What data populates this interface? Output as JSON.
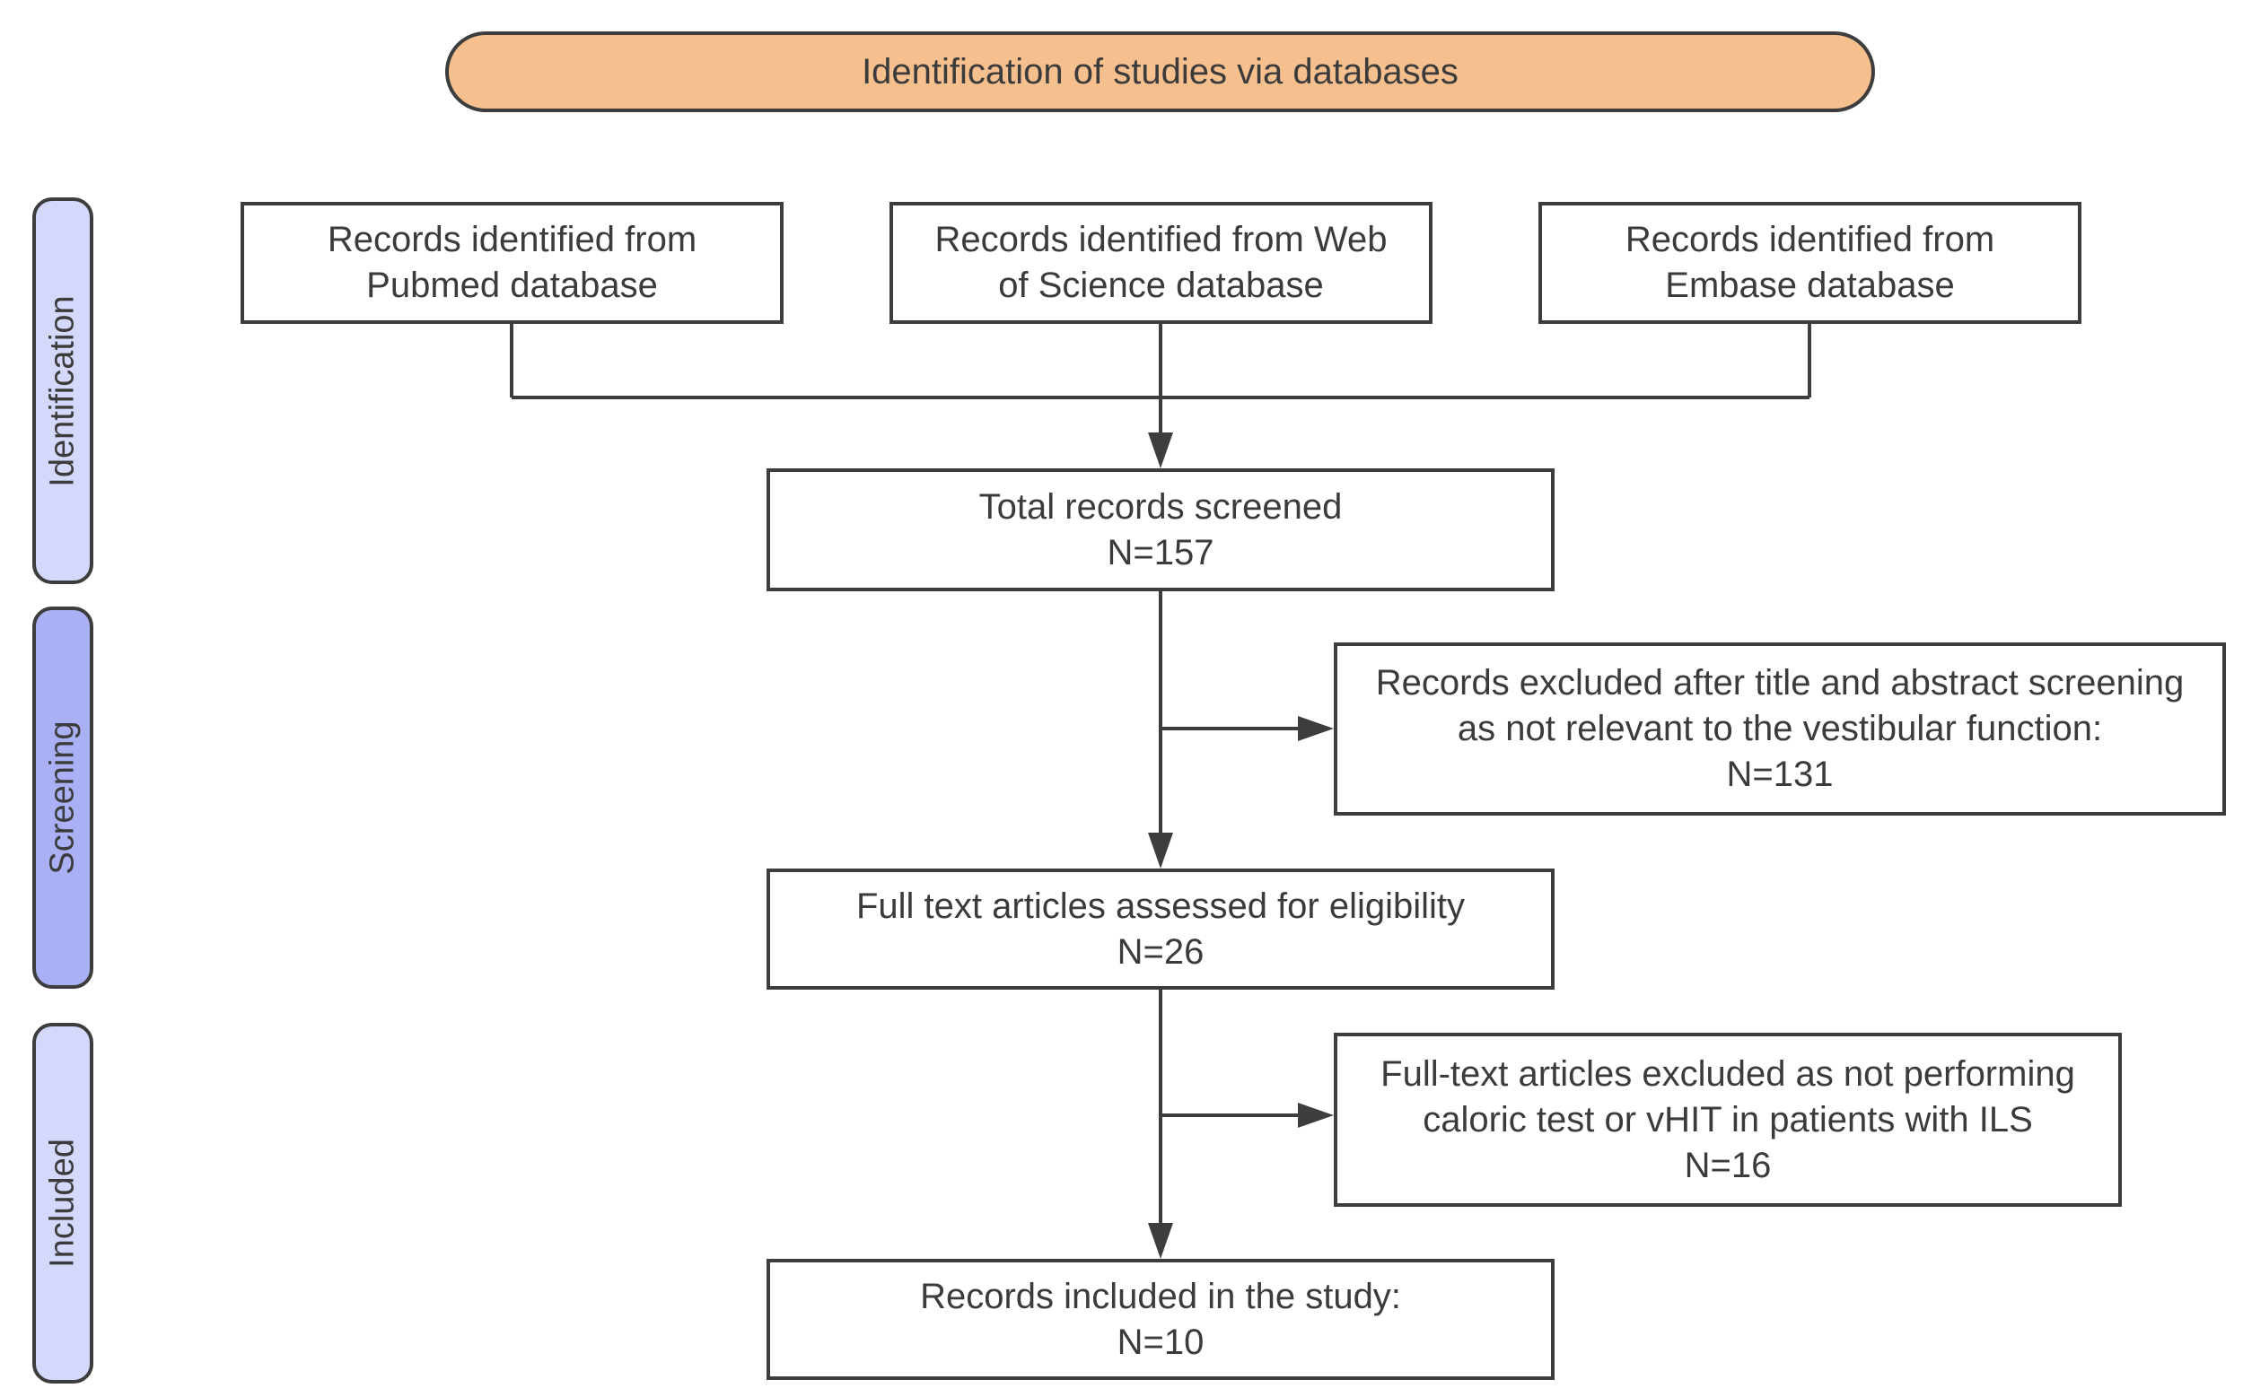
{
  "header": {
    "label": "Identification of studies via databases",
    "color": "#f5bf8e"
  },
  "phases": {
    "identification": {
      "label": "Identification",
      "color": "#d4d8fb"
    },
    "screening": {
      "label": "Screening",
      "color": "#a9b1f4"
    },
    "included": {
      "label": "Included",
      "color": "#d4d8fb"
    }
  },
  "sources": {
    "pubmed": "Records identified from\nPubmed database",
    "wos": "Records identified from Web\nof Science database",
    "embase": "Records identified from\nEmbase database"
  },
  "screened": {
    "label": "Total records screened",
    "count": "N=157"
  },
  "excluded_screening": {
    "label": "Records excluded after title and abstract screening\nas not relevant to the vestibular function:",
    "count": "N=131"
  },
  "eligibility": {
    "label": "Full text articles assessed for eligibility",
    "count": "N=26"
  },
  "excluded_fulltext": {
    "label": "Full-text articles excluded as not performing\ncaloric test or vHIT in patients with ILS",
    "count": "N=16"
  },
  "included_records": {
    "label": "Records included in the study:",
    "count": "N=10"
  },
  "colors": {
    "line": "#3d3d3d",
    "text": "#3b3b3b"
  }
}
